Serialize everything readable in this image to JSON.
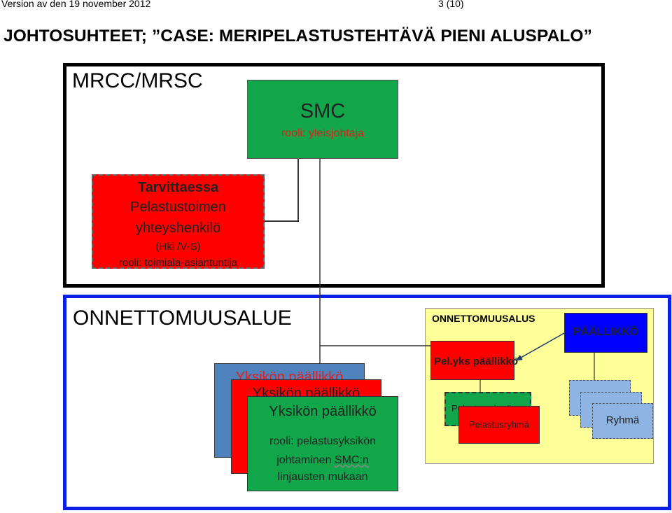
{
  "header": {
    "left": "Version av den 19 november 2012",
    "right": "3 (10)"
  },
  "title": "JOHTOSUHTEET; ”CASE: MERIPELASTUSTEHTÄVÄ PIENI ALUSPALO”",
  "mrcc": {
    "label": "MRCC/MRSC",
    "smc": {
      "title": "SMC",
      "role": "rooli: yleisjohtaja"
    },
    "tarvittaessa": {
      "line1": "Tarvittaessa",
      "line2": "Pelastustoimen",
      "line3": "yhteyshenkilö",
      "line4": "(Hki /V-S)",
      "line5": "rooli: toimiala-asiantuntija"
    }
  },
  "onnettomuusalue": {
    "label": "ONNETTOMUUSALUE",
    "unit_title": "Yksikön päällikkö",
    "unit_role": {
      "line1": "rooli: pelastusyksikön",
      "line2_a": "johtaminen ",
      "line2_b": "SMC:n",
      "line3": "linjausten  mukaan"
    },
    "alus": {
      "label": "ONNETTOMUUSALUS",
      "paallikko": "PÄÄLLIKKÖ",
      "pelyks": "Pel.yks päällikkö",
      "pelastusryhma_back": "Pelastusryhmä",
      "pelastusryhma": "Pelastusryhmä",
      "ryhma": "Ryhmä"
    }
  },
  "colors": {
    "green": "#12a64a",
    "red": "#ff0000",
    "blue_frame": "#0a1ee6",
    "steel_blue": "#4f81bd",
    "light_blue": "#8db4e2",
    "yellow": "#ffff99",
    "pure_blue": "#0000ff"
  }
}
